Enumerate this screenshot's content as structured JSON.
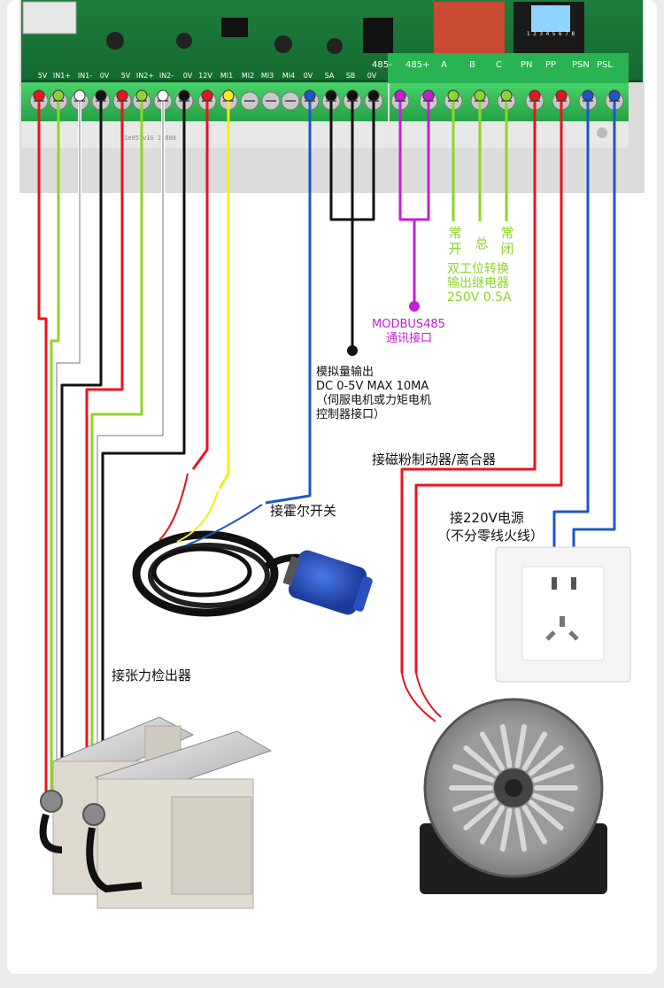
{
  "board": {
    "top_labels": [
      "485-",
      "485+",
      "A",
      "B",
      "C",
      "PN",
      "PP",
      "PSN",
      "PSL"
    ],
    "bottom_labels": [
      "5V",
      "IN1+",
      "IN1-",
      "0V",
      "5V",
      "IN2+",
      "IN2-",
      "0V",
      "12V",
      "MI1",
      "MI2",
      "MI3",
      "MI4",
      "0V",
      "SA",
      "SB",
      "0V"
    ],
    "serial": "1e057v1G 22808",
    "dip_numbers": "1 2 3 4 5 6 7 8"
  },
  "relay": {
    "no_label": "常\n开",
    "com_label": "总",
    "nc_label": "常\n闭",
    "desc_line1": "双工位转换",
    "desc_line2": "输出继电器",
    "desc_line3": "250V  0.5A"
  },
  "modbus": {
    "line1": "MODBUS485",
    "line2": "通讯接口"
  },
  "analog": {
    "line1": "模拟量输出",
    "line2": "DC  0-5V  MAX  10MA",
    "line3": "（伺服电机或力矩电机",
    "line4": "控制器接口）"
  },
  "brake_label": "接磁粉制动器/离合器",
  "power": {
    "line1": "接220V电源",
    "line2": "（不分零线火线）"
  },
  "hall_label": "接霍尔开关",
  "tension_label": "接张力检出器",
  "colors": {
    "red": "#e8141e",
    "green": "#8ed42a",
    "white": "#ffffff",
    "black": "#111111",
    "yellow": "#f3ee1c",
    "blue": "#1f55c9",
    "purple": "#c61ed2",
    "board": "#1f7a3a",
    "terminal": "#38c25a"
  }
}
